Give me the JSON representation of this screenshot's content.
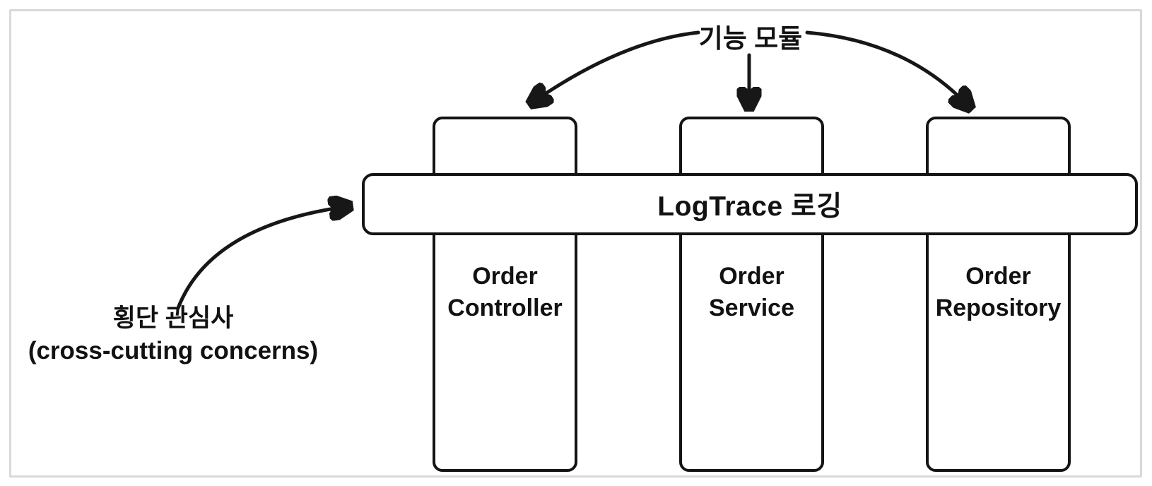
{
  "diagram": {
    "title": "AOP cross-cutting concerns diagram",
    "top_label": "기능 모듈",
    "bar": {
      "label": "LogTrace 로깅"
    },
    "boxes": [
      {
        "line1": "Order",
        "line2": "Controller"
      },
      {
        "line1": "Order",
        "line2": "Service"
      },
      {
        "line1": "Order",
        "line2": "Repository"
      }
    ],
    "side_label": {
      "line1": "횡단 관심사",
      "line2": "(cross-cutting concerns)"
    },
    "icons": {
      "arrow_icon": "curved hand-drawn arrow with V arrowhead"
    },
    "colors": {
      "stroke": "#141414",
      "frame_border": "#d9d9d9",
      "background": "#ffffff",
      "text": "#121212"
    }
  }
}
